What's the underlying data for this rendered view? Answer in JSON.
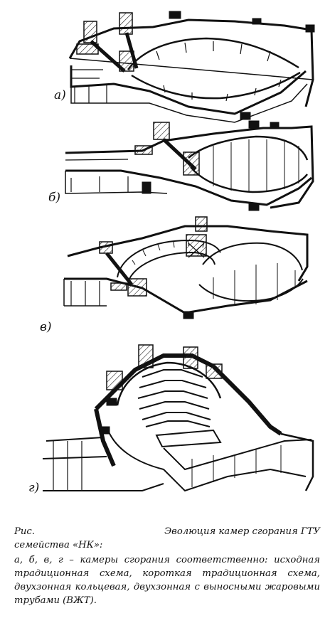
{
  "panels": [
    {
      "label": "а)"
    },
    {
      "label": "б)"
    },
    {
      "label": "в)"
    },
    {
      "label": "г)"
    }
  ],
  "caption": {
    "prefix": "Рис.",
    "title_part1": "Эволюция камер сгорания ГТУ",
    "title_part2": "семейства «НК»:",
    "description": "а, б, в, г – камеры сгорания соответственно: исходная традиционная схема, короткая традиционная схема, двухзонная кольцевая, двухзонная с выносными жаровыми трубами (ВЖТ)."
  }
}
